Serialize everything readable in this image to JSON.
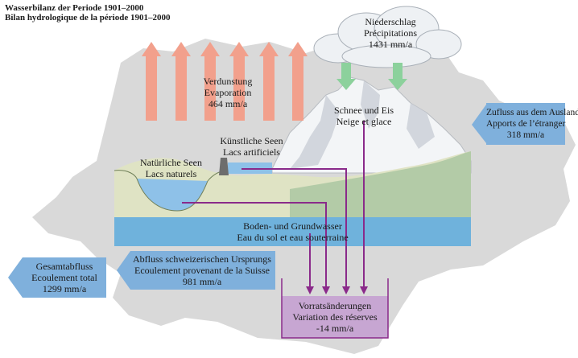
{
  "title": {
    "line1": "Wasserbilanz der Periode 1901–2000",
    "line2": "Bilan hydrologique de la période 1901–2000"
  },
  "precipitation": {
    "de": "Niederschlag",
    "fr": "Précipitations",
    "value": "1431 mm/a"
  },
  "evaporation": {
    "de": "Verdunstung",
    "fr": "Evaporation",
    "value": "464 mm/a"
  },
  "snow_ice": {
    "de": "Schnee und Eis",
    "fr": "Neige et glace"
  },
  "natural_lakes": {
    "de": "Natürliche Seen",
    "fr": "Lacs naturels"
  },
  "artificial_lakes": {
    "de": "Künstliche Seen",
    "fr": "Lacs artificiels"
  },
  "inflow": {
    "de": "Zufluss aus dem Ausland",
    "fr": "Apports de l’étranger",
    "value": "318 mm/a"
  },
  "groundwater": {
    "de": "Boden- und Grundwasser",
    "fr": "Eau du sol et eau souterraine"
  },
  "total_outflow": {
    "de": "Gesamtabfluss",
    "fr": "Ecoulement total",
    "value": "1299 mm/a"
  },
  "swiss_outflow": {
    "de": "Abfluss schweizerischen Ursprungs",
    "fr": "Ecoulement provenant de la Suisse",
    "value": "981 mm/a"
  },
  "storage_change": {
    "de": "Vorratsänderungen",
    "fr": "Variation des réserves",
    "value": "-14 mm/a"
  },
  "colors": {
    "map": "#d9d9d9",
    "evap_arrow": "#f2a08c",
    "precip_arrow": "#8cd19c",
    "flow_arrow": "#7fb0dc",
    "groundwater": "#6fb2dc",
    "storage": "#c7a6d2",
    "purple_line": "#8a2a8a",
    "lake": "#8ec1e8"
  }
}
